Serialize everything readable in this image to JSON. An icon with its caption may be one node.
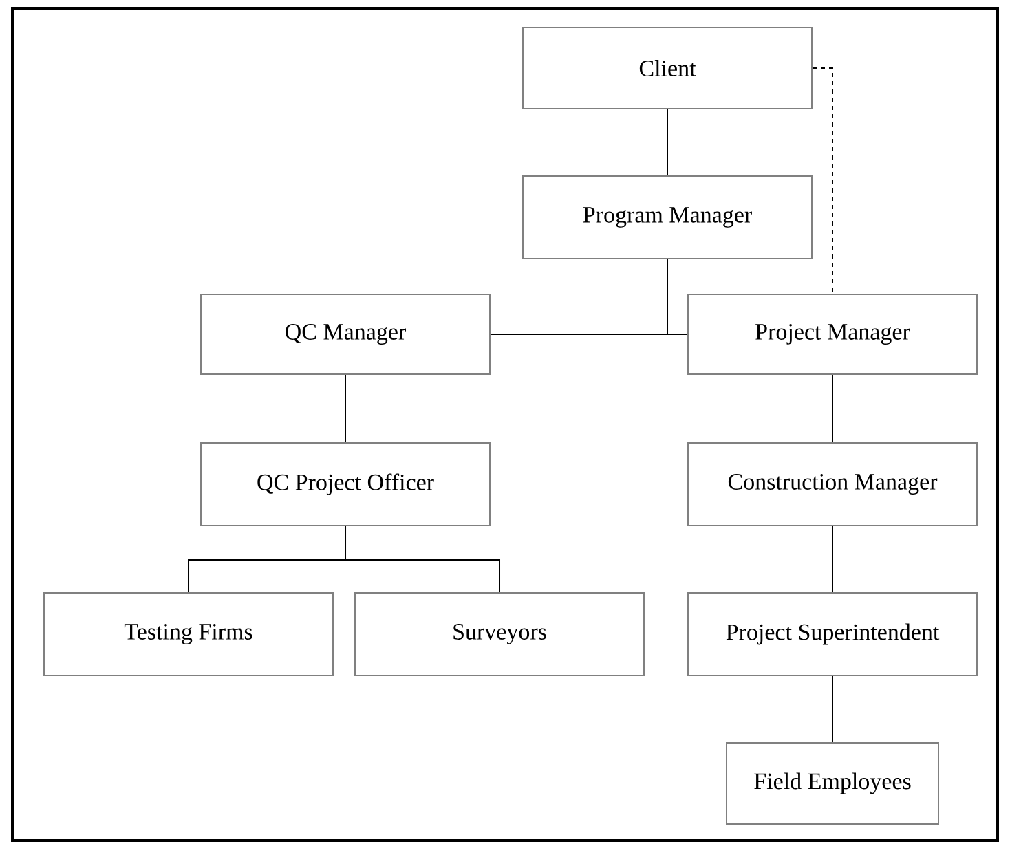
{
  "diagram": {
    "nodes": [
      {
        "text": [
          "Client"
        ]
      },
      {
        "text": [
          "Program Manager"
        ]
      },
      {
        "text": [
          "QC Manager"
        ]
      },
      {
        "text": [
          "Project Manager"
        ]
      },
      {
        "text": [
          "QC Project Officer"
        ]
      },
      {
        "text": [
          "Construction Manager"
        ]
      },
      {
        "text": [
          "Testing Firms"
        ]
      },
      {
        "text": [
          "Surveyors"
        ]
      },
      {
        "text": [
          "Project Superintendent"
        ]
      },
      {
        "text": [
          "Field Employees"
        ]
      }
    ],
    "edges": [
      {
        "from": 0,
        "to": 1,
        "arrow": "none"
      },
      {
        "from": 1,
        "to": 2,
        "arrow": "none"
      },
      {
        "from": 1,
        "to": 3,
        "arrow": "none"
      },
      {
        "from": 0,
        "to": 3,
        "arrow": "none",
        "style": "dashed"
      },
      {
        "from": 2,
        "to": 4,
        "arrow": "none"
      },
      {
        "from": 4,
        "to": 6,
        "arrow": "none"
      },
      {
        "from": 4,
        "to": 7,
        "arrow": "none"
      },
      {
        "from": 3,
        "to": 5,
        "arrow": "none"
      },
      {
        "from": 5,
        "to": 8,
        "arrow": "none"
      },
      {
        "from": 8,
        "to": 9,
        "arrow": "none"
      }
    ]
  }
}
